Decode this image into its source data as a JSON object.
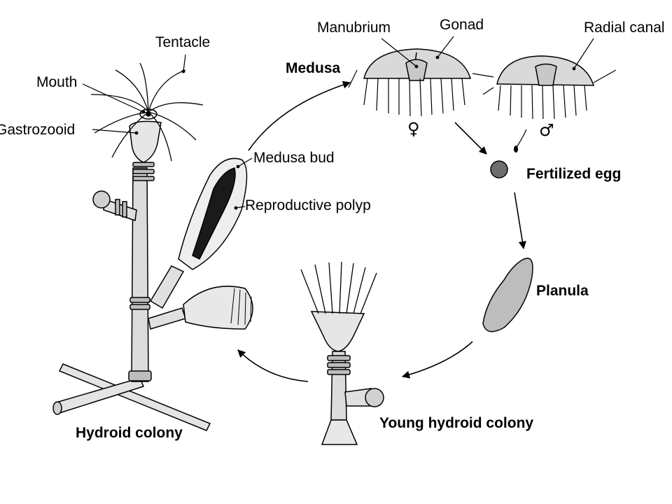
{
  "labels": {
    "tentacle": "Tentacle",
    "mouth": "Mouth",
    "gastrozooid": "Gastrozooid",
    "medusa_bud": "Medusa bud",
    "reproductive_polyp": "Reproductive polyp",
    "hydroid_colony": "Hydroid colony",
    "medusa": "Medusa",
    "manubrium": "Manubrium",
    "gonad": "Gonad",
    "radial_canal": "Radial canal",
    "fertilized_egg": "Fertilized egg",
    "planula": "Planula",
    "young_hydroid_colony": "Young hydroid colony"
  },
  "symbols": {
    "female": "♀",
    "male": "♂"
  },
  "colors": {
    "ink": "#000000",
    "body_fill": "#d9d9d9",
    "bud_fill": "#1a1a1a",
    "egg_fill": "#6e6e6e"
  }
}
